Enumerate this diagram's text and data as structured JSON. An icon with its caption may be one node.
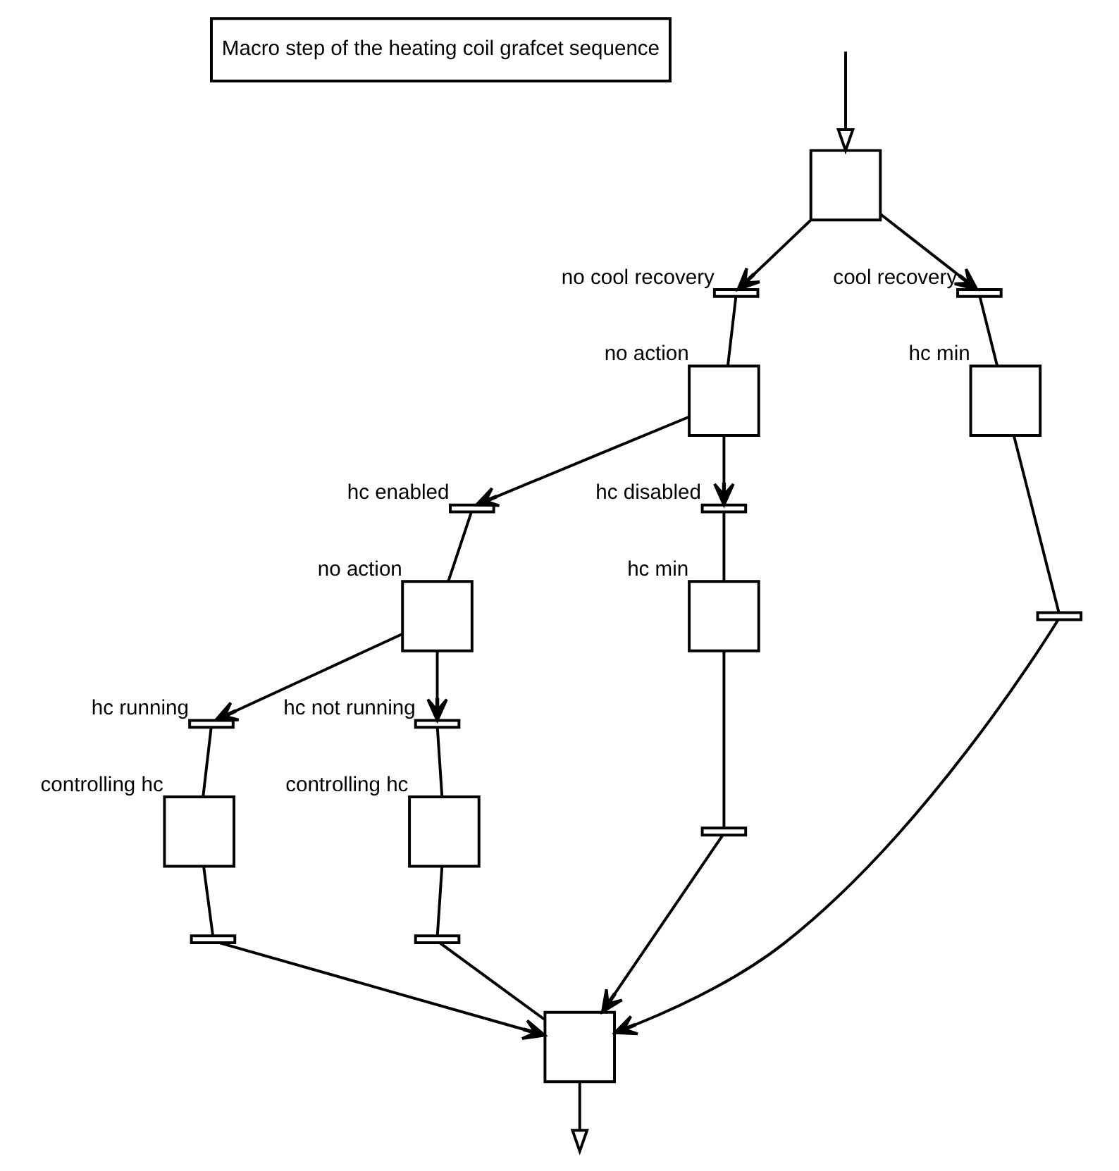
{
  "diagram": {
    "nodes": [
      {
        "text": [
          "Macro step of the heating coil grafcet sequence"
        ]
      },
      {
        "text": [],
        "shape": "box"
      },
      {
        "text": [],
        "shape": "bar",
        "beside": [
          "no cool recovery"
        ]
      },
      {
        "text": [],
        "shape": "bar",
        "beside": [
          "cool recovery"
        ]
      },
      {
        "text": [],
        "shape": "box",
        "beside": [
          "no action"
        ]
      },
      {
        "text": [],
        "shape": "box",
        "beside": [
          "hc min"
        ]
      },
      {
        "text": [],
        "shape": "bar",
        "beside": [
          "hc enabled"
        ]
      },
      {
        "text": [],
        "shape": "bar",
        "beside": [
          "hc disabled"
        ]
      },
      {
        "text": [],
        "shape": "box",
        "beside": [
          "no action"
        ]
      },
      {
        "text": [],
        "shape": "box",
        "beside": [
          "hc min"
        ]
      },
      {
        "text": [],
        "shape": "bar"
      },
      {
        "text": [],
        "shape": "bar",
        "beside": [
          "hc running"
        ]
      },
      {
        "text": [],
        "shape": "bar",
        "beside": [
          "hc not running"
        ]
      },
      {
        "text": [],
        "shape": "box",
        "beside": [
          "controlling hc"
        ]
      },
      {
        "text": [],
        "shape": "box",
        "beside": [
          "controlling hc"
        ]
      },
      {
        "text": [],
        "shape": "bar"
      },
      {
        "text": [],
        "shape": "bar"
      },
      {
        "text": [],
        "shape": "bar"
      },
      {
        "text": [],
        "shape": "box"
      }
    ],
    "edges": [
      {
        "from": null,
        "to": 1,
        "arrow": "to"
      },
      {
        "from": 1,
        "to": 2,
        "arrow": "to"
      },
      {
        "from": 1,
        "to": 3,
        "arrow": "to"
      },
      {
        "from": 2,
        "to": 4,
        "arrow": "none"
      },
      {
        "from": 3,
        "to": 5,
        "arrow": "none"
      },
      {
        "from": 4,
        "to": 6,
        "arrow": "to"
      },
      {
        "from": 4,
        "to": 7,
        "arrow": "to"
      },
      {
        "from": 6,
        "to": 8,
        "arrow": "none"
      },
      {
        "from": 7,
        "to": 9,
        "arrow": "none"
      },
      {
        "from": 5,
        "to": 10,
        "arrow": "none"
      },
      {
        "from": 8,
        "to": 11,
        "arrow": "to"
      },
      {
        "from": 8,
        "to": 12,
        "arrow": "to"
      },
      {
        "from": 11,
        "to": 13,
        "arrow": "none"
      },
      {
        "from": 12,
        "to": 14,
        "arrow": "none"
      },
      {
        "from": 9,
        "to": 15,
        "arrow": "none"
      },
      {
        "from": 13,
        "to": 16,
        "arrow": "none"
      },
      {
        "from": 14,
        "to": 17,
        "arrow": "none"
      },
      {
        "from": 16,
        "to": 18,
        "arrow": "to"
      },
      {
        "from": 17,
        "to": 18,
        "arrow": "none"
      },
      {
        "from": 15,
        "to": 18,
        "arrow": "to"
      },
      {
        "from": 10,
        "to": 18,
        "arrow": "to"
      },
      {
        "from": 18,
        "to": null,
        "arrow": "to"
      }
    ]
  }
}
